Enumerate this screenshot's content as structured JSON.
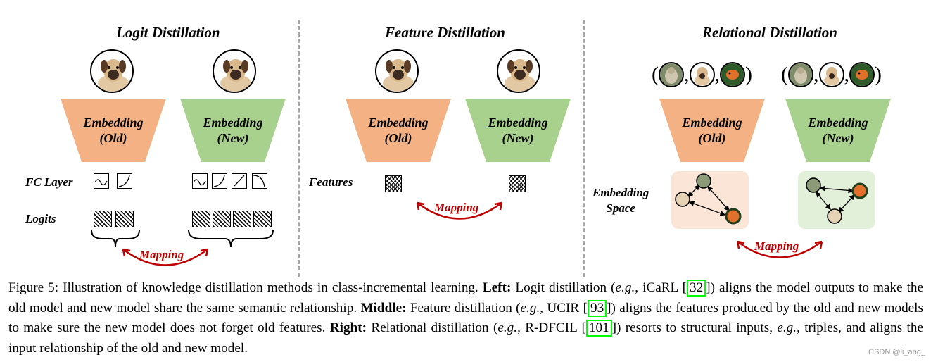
{
  "panels": {
    "logit": {
      "title": "Logit Distillation",
      "old_label": "Embedding\n(Old)",
      "new_label": "Embedding\n(New)",
      "fc_label": "FC Layer",
      "logits_label": "Logits",
      "mapping": "Mapping"
    },
    "feature": {
      "title": "Feature Distillation",
      "old_label": "Embedding\n(Old)",
      "new_label": "Embedding\n(New)",
      "features_label": "Features",
      "mapping": "Mapping"
    },
    "relational": {
      "title": "Relational Distillation",
      "old_label": "Embedding\n(Old)",
      "new_label": "Embedding\n(New)",
      "space_label": "Embedding\nSpace",
      "mapping": "Mapping",
      "tuple_open": "(",
      "tuple_sep": ",",
      "tuple_close": ")"
    }
  },
  "caption": {
    "fig": "Figure 5: Illustration of knowledge distillation methods in class-incremental learning. ",
    "left_b": "Left:",
    "left_t1": " Logit distillation (",
    "eg": "e.g.",
    "left_t2": ", iCaRL [",
    "cite1": "32",
    "left_t3": "]) aligns the model outputs to make the old model and new model share the same semantic relationship. ",
    "mid_b": "Middle:",
    "mid_t1": " Feature distillation (",
    "mid_t2": ", UCIR [",
    "cite2": "93",
    "mid_t3": "]) aligns the features produced by the old and new models to make sure the new model does not forget old features. ",
    "right_b": "Right:",
    "right_t1": " Relational distillation (",
    "right_t2": ", R-DFCIL [",
    "cite3": "101",
    "right_t3": "]) resorts to structural inputs, ",
    "right_t4": ", triples, and aligns the input relationship of the old and new model."
  },
  "watermark": "CSDN @li_ang_",
  "colors": {
    "old": "#f4b183",
    "new": "#a9d18e",
    "mapping": "#c00000",
    "cite_box": "#00ff00"
  },
  "icons": [
    "dog-image-icon",
    "bird-image-icon",
    "fish-image-icon",
    "curly-brace-icon",
    "mapping-arrow-icon"
  ]
}
